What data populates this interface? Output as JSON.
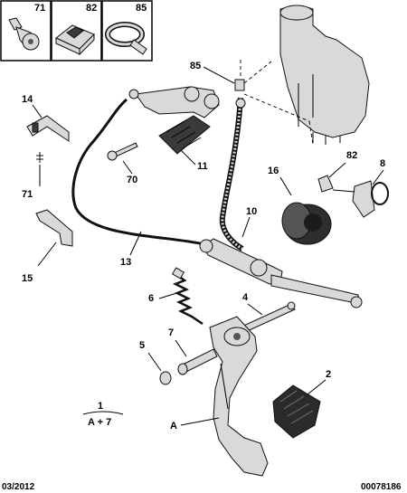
{
  "inset_labels": {
    "p71": "71",
    "p82": "82",
    "p85": "85"
  },
  "callouts": {
    "c85": "85",
    "c14": "14",
    "c71": "71",
    "c70": "70",
    "c11": "11",
    "c16": "16",
    "c82": "82",
    "c8": "8",
    "c10": "10",
    "c13": "13",
    "c15": "15",
    "c6": "6",
    "c4": "4",
    "c7": "7",
    "c5": "5",
    "c2": "2",
    "cA": "A"
  },
  "legend": {
    "number": "1",
    "formula": "A + 7"
  },
  "footer": {
    "date": "03/2012",
    "reference": "00078186"
  }
}
